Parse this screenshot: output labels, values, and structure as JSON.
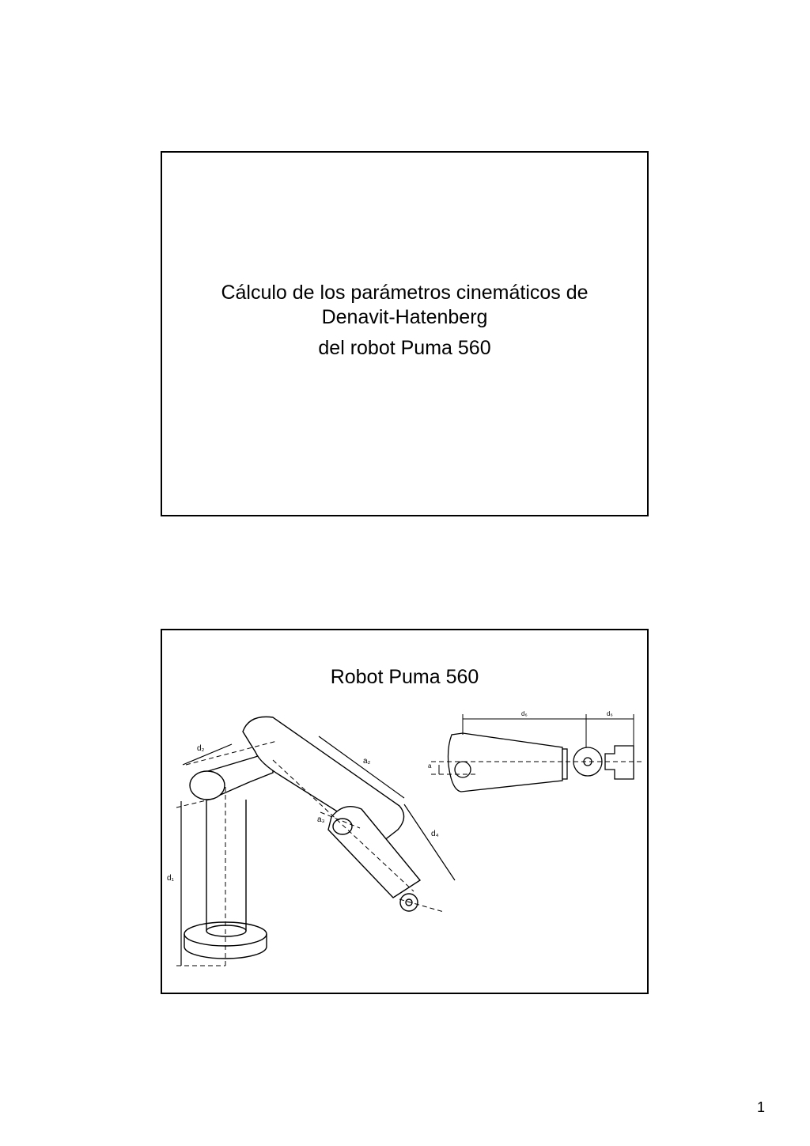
{
  "slides": [
    {
      "title_lines": [
        "Cálculo de los parámetros cinemáticos de",
        "Denavit-Hatenberg",
        "del robot Puma 560"
      ]
    },
    {
      "title": "Robot Puma 560",
      "figure_labels": {
        "d2": "d₂",
        "a2": "a₂",
        "d1": "d₁",
        "d4": "d₄",
        "a3": "a₃",
        "d6": "d₆",
        "a": "a"
      }
    }
  ],
  "page_number": "1"
}
